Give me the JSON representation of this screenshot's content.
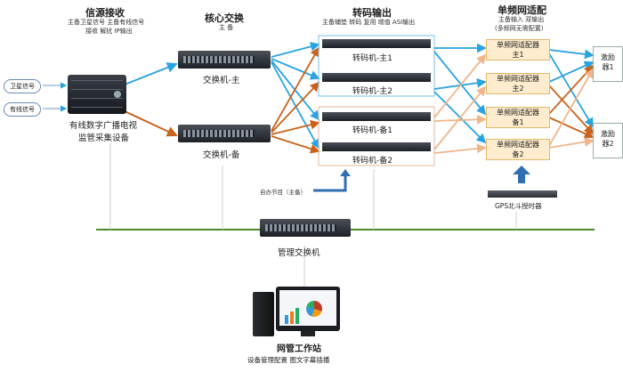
{
  "sections": {
    "source": {
      "title": "信源接收",
      "sub1": "主备卫星信号 主备有线信号",
      "sub2": "接收 解扰 IP输出"
    },
    "core": {
      "title": "核心交换",
      "sub": "主 备"
    },
    "transcode": {
      "title": "转码输出",
      "sub": "主备辅垫 转码 复用 增值 ASI输出"
    },
    "sfn": {
      "title": "单频网适配",
      "sub1": "主备输入 双输出",
      "sub2": "(多频网无需配置)"
    }
  },
  "signals": {
    "satellite": "卫星信号",
    "cable": "有线信号"
  },
  "devices": {
    "monitor_line1": "有线数字广播电视",
    "monitor_line2": "监管采集设备",
    "switch_main": "交换机-主",
    "switch_backup": "交换机-备",
    "transcoders": [
      "转码机-主1",
      "转码机-主2",
      "转码机-备1",
      "转码机-备2"
    ],
    "adapters": [
      {
        "l1": "单频网适配器",
        "l2": "主1"
      },
      {
        "l1": "单频网适配器",
        "l2": "主2"
      },
      {
        "l1": "单频网适配器",
        "l2": "备1"
      },
      {
        "l1": "单频网适配器",
        "l2": "备2"
      }
    ],
    "exciters": [
      {
        "l1": "激励",
        "l2": "器1"
      },
      {
        "l1": "激励",
        "l2": "器2"
      }
    ],
    "self_program": "自办节目（主备）",
    "gps": "GPS北斗授时器",
    "mgmt_switch": "管理交换机",
    "workstation": "网管工作站",
    "workstation_sub": "设备管理配置 图文字幕插播"
  },
  "colors": {
    "blue": "#2aa3e0",
    "orange": "#c8621c",
    "green": "#4a8a2a",
    "peach": "#f0b58a"
  }
}
